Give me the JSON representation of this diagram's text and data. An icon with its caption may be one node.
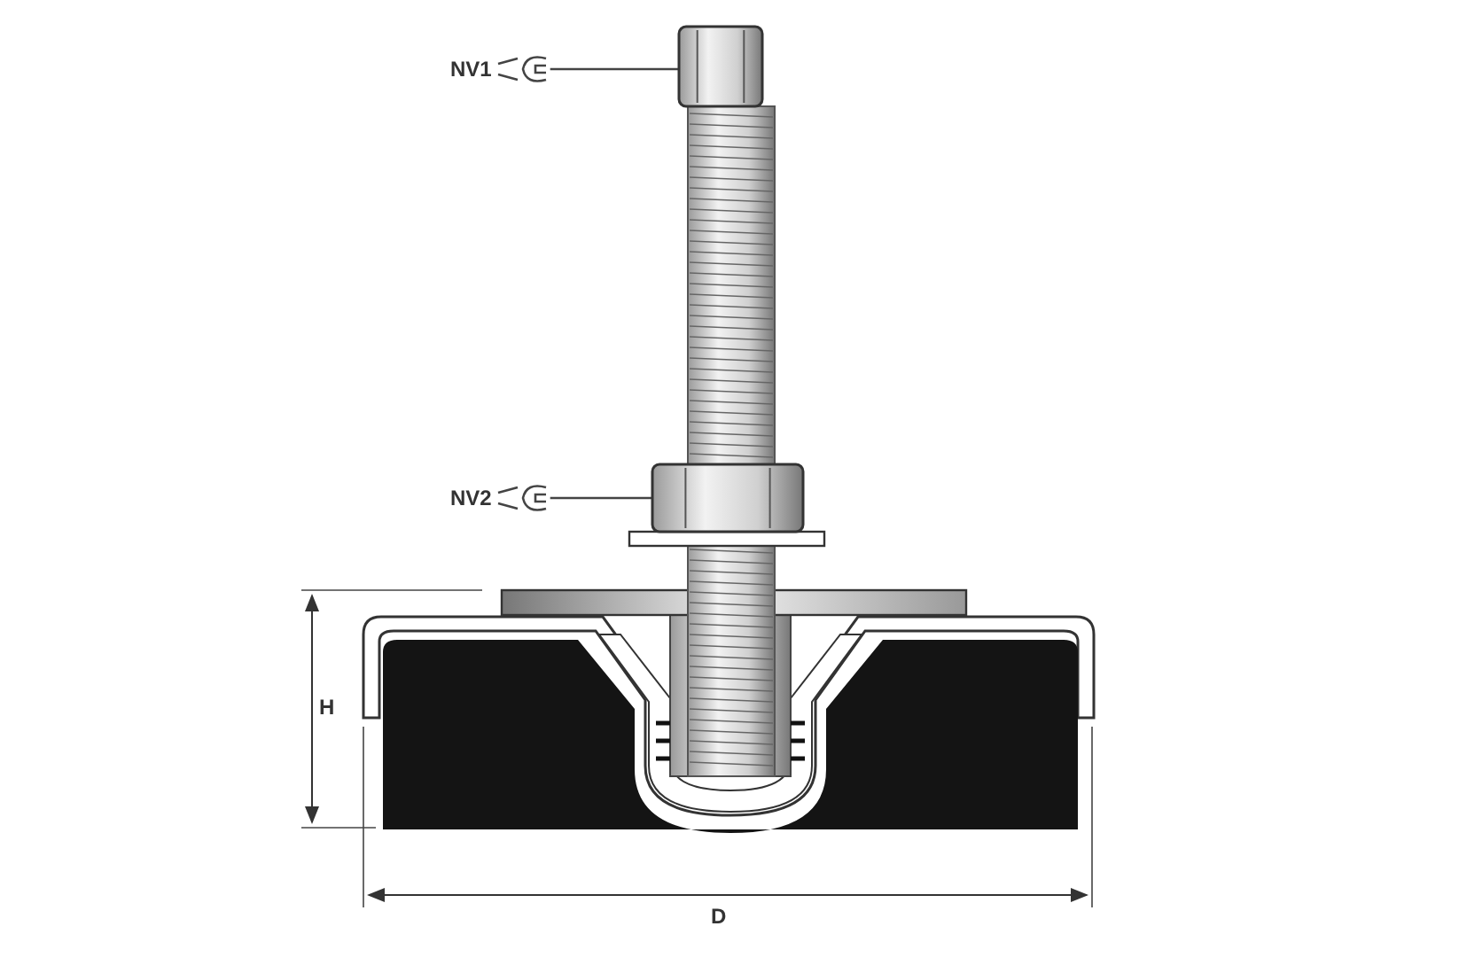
{
  "diagram": {
    "nodes": [
      {
        "text": [
          "NV1"
        ]
      },
      {
        "text": [],
        "shape": "picture"
      },
      {
        "text": [
          "NV2"
        ]
      },
      {
        "text": [],
        "shape": "picture"
      }
    ],
    "edges": [
      {
        "from": 0,
        "to": 1,
        "arrow": "none"
      },
      {
        "from": 2,
        "to": 3,
        "arrow": "none"
      }
    ],
    "labels": [
      "H",
      "D"
    ]
  }
}
